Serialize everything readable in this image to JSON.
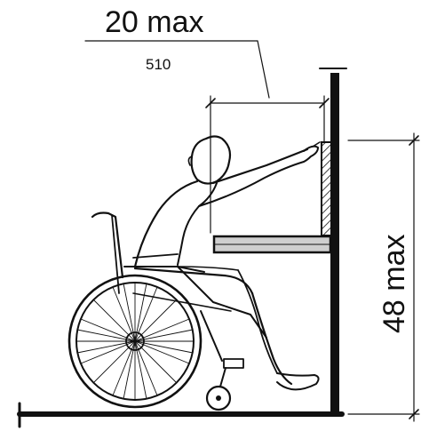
{
  "dimensions": {
    "reach_depth": {
      "label": "20 max",
      "metric": "510"
    },
    "reach_height": {
      "label": "48 max"
    }
  },
  "colors": {
    "ink": "#111111",
    "paper": "#ffffff"
  }
}
